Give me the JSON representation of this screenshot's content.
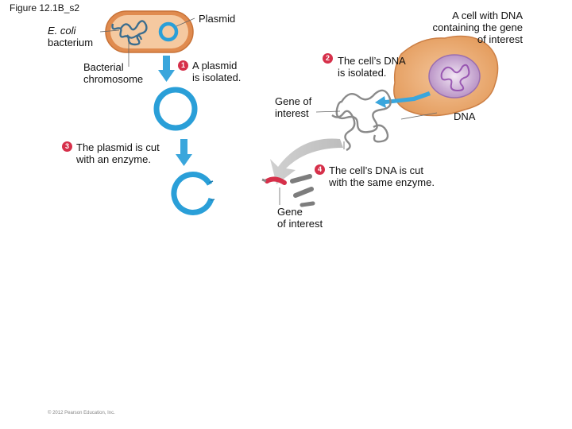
{
  "figure_title": "Figure 12.1B_s2",
  "labels": {
    "ecoli_line1": "E. coli",
    "ecoli_line2": "bacterium",
    "plasmid": "Plasmid",
    "cell_line1": "A cell with DNA",
    "cell_line2": "containing the gene",
    "cell_line3": "of interest",
    "chromosome_line1": "Bacterial",
    "chromosome_line2": "chromosome",
    "dna": "DNA",
    "gene_line1": "Gene of",
    "gene_line2": "interest",
    "gene2_line1": "Gene",
    "gene2_line2": "of interest"
  },
  "steps": [
    {
      "number": "1",
      "line1": "A plasmid",
      "line2": "is isolated."
    },
    {
      "number": "2",
      "line1": "The cell’s DNA",
      "line2": "is isolated."
    },
    {
      "number": "3",
      "line1": "The plasmid is cut",
      "line2": "with an enzyme."
    },
    {
      "number": "4",
      "line1": "The cell’s DNA is cut",
      "line2": "with the same enzyme."
    }
  ],
  "copyright": "© 2012 Pearson Education, Inc.",
  "colors": {
    "bacterium_fill": "#e89a5c",
    "plasmid_ring": "#2a9fd8",
    "step_badge": "#d6304a",
    "arrow_blue": "#3aa6dc",
    "cell_fill": "#e9a66c",
    "nucleus_fill": "#c9a8d2",
    "gene_red": "#d6304a",
    "fragment_gray": "#7d7d7d"
  }
}
